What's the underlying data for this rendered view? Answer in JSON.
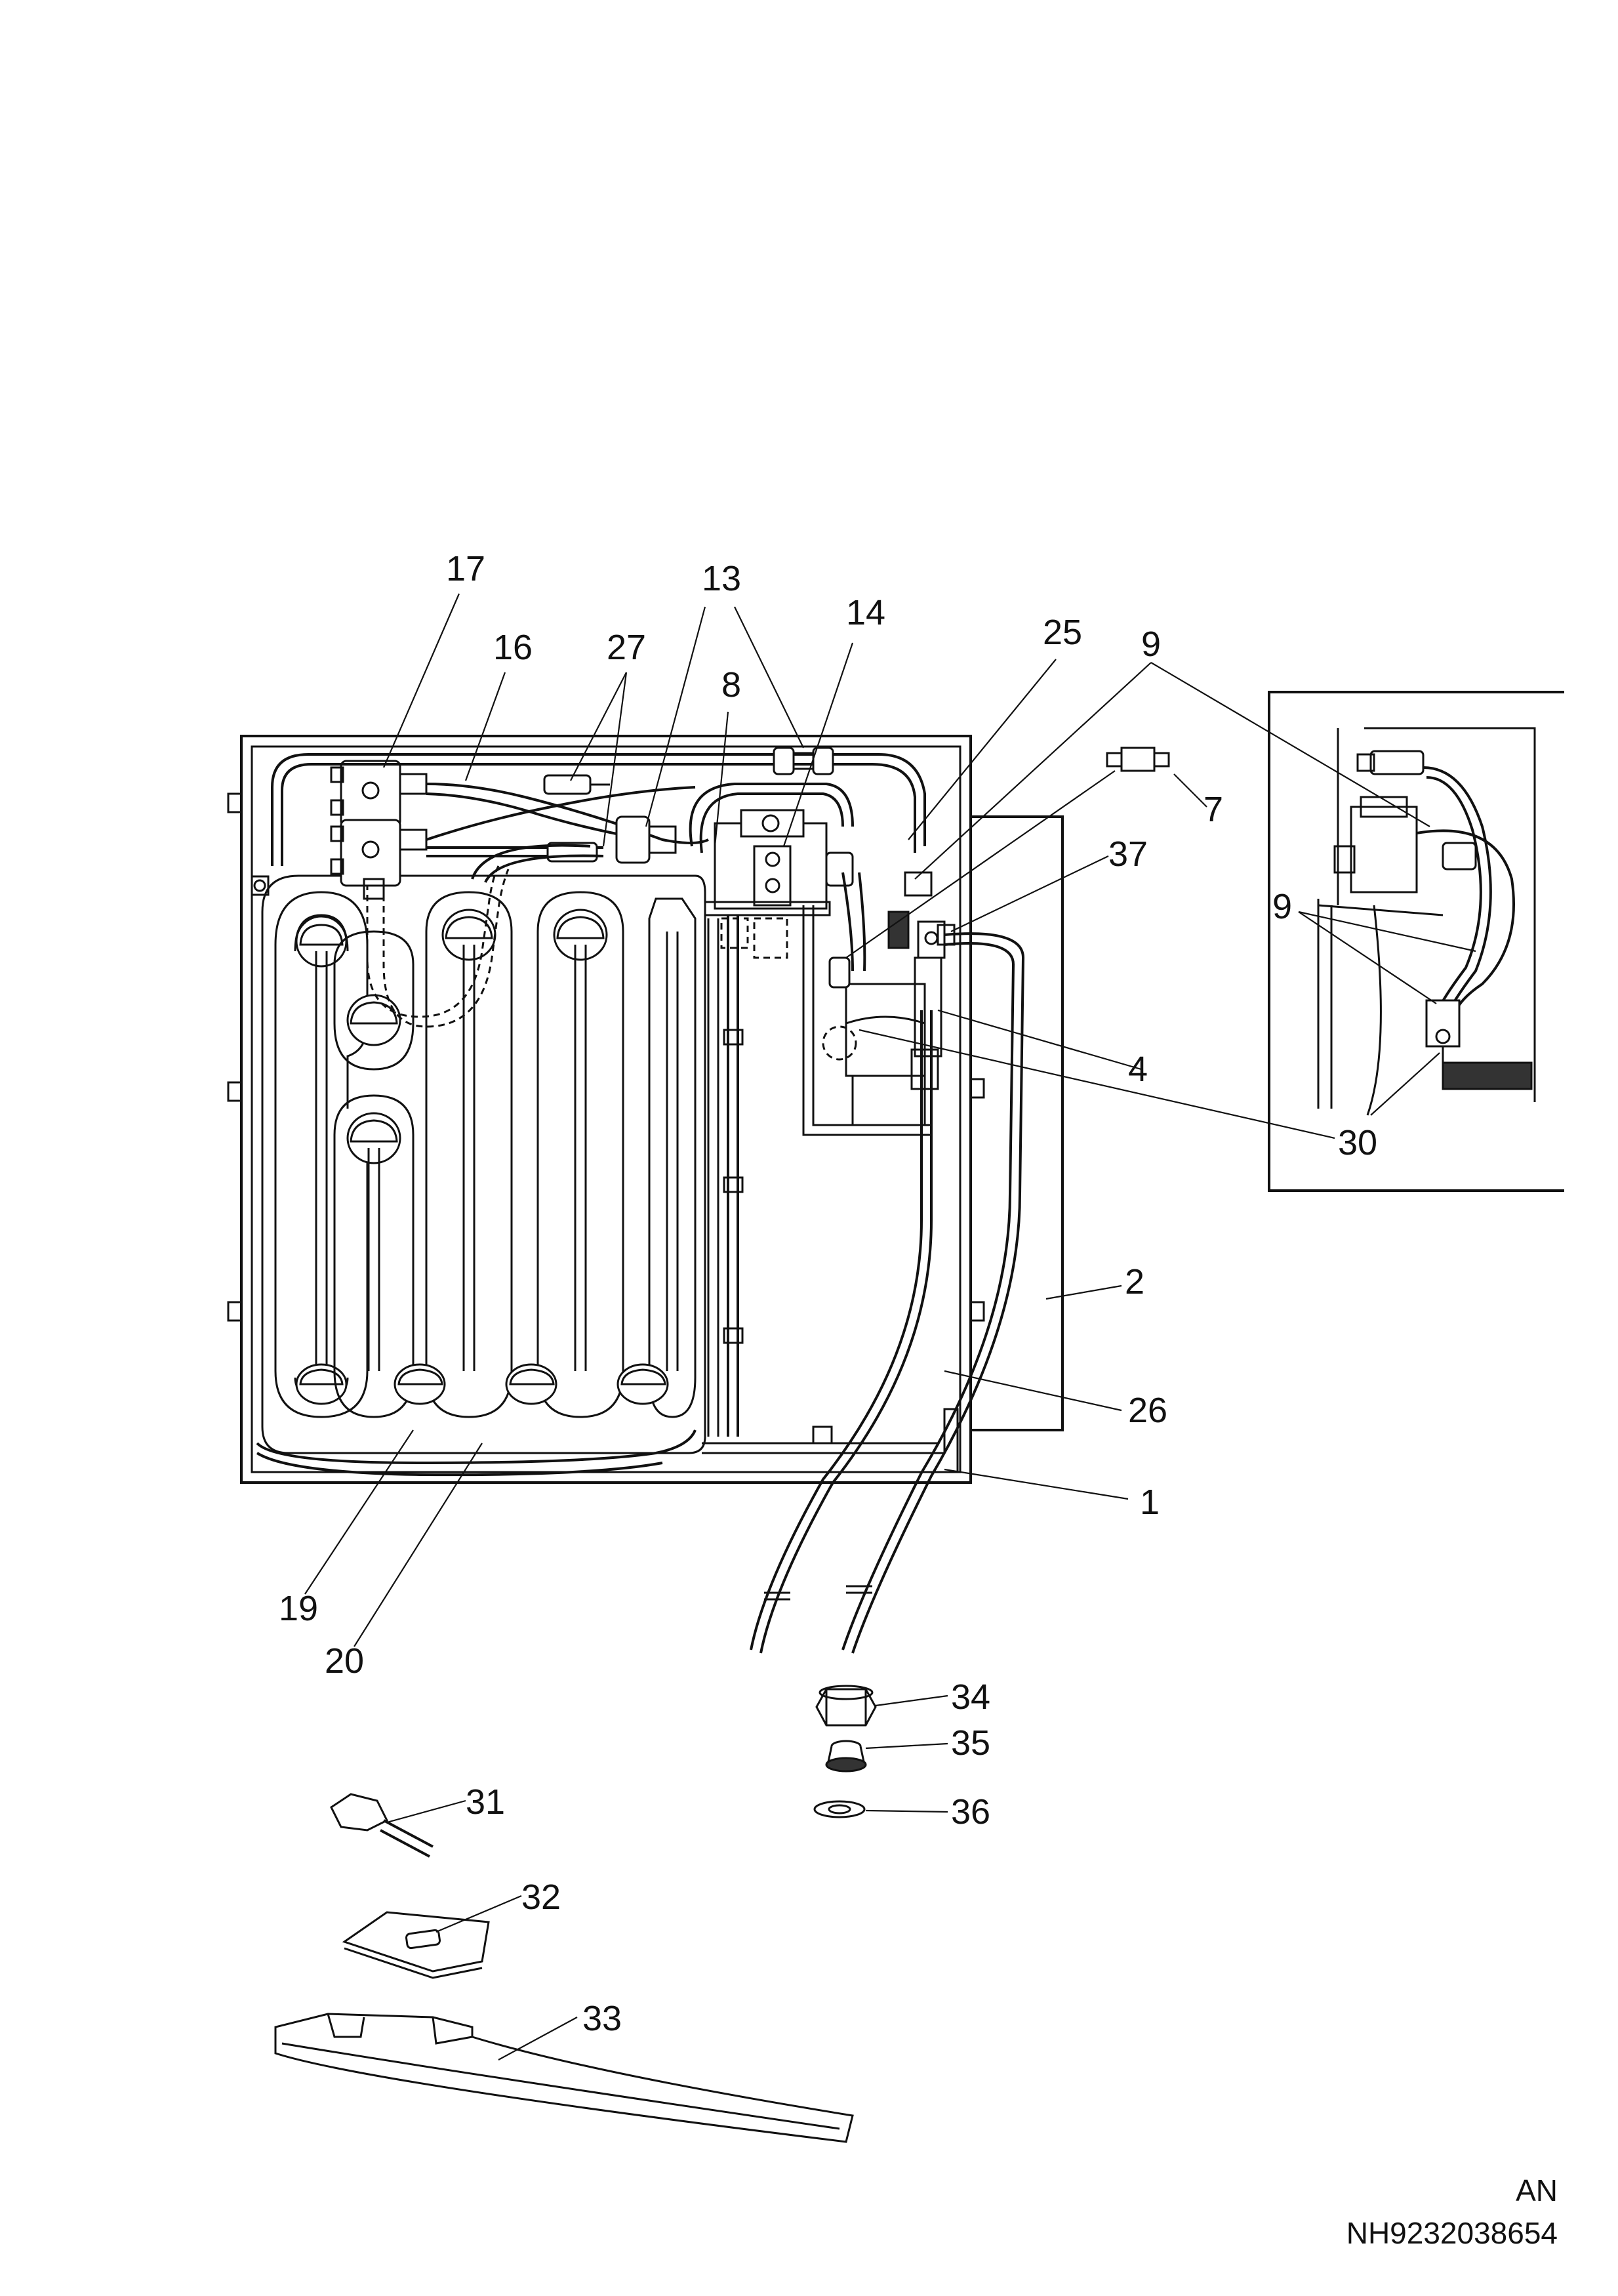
{
  "labels": {
    "p1": "1",
    "p2": "2",
    "p4": "4",
    "p7": "7",
    "p8": "8",
    "p9a": "9",
    "p9b": "9",
    "p13": "13",
    "p14": "14",
    "p16": "16",
    "p17": "17",
    "p19": "19",
    "p20": "20",
    "p25": "25",
    "p26": "26",
    "p27": "27",
    "p30": "30",
    "p31": "31",
    "p32": "32",
    "p33": "33",
    "p34": "34",
    "p35": "35",
    "p36": "36",
    "p37": "37"
  },
  "footer": {
    "code": "AN",
    "ref": "NH9232038654"
  }
}
